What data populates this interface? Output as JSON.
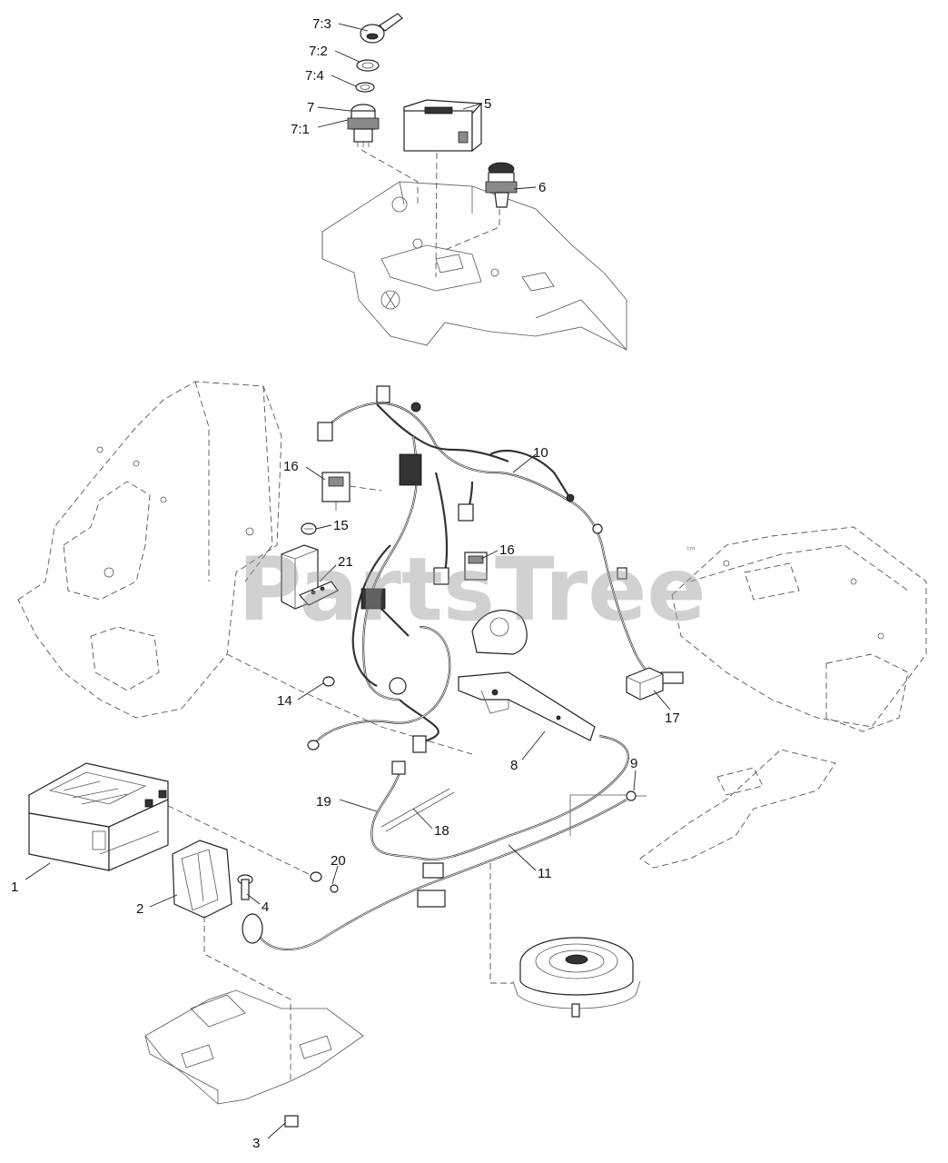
{
  "watermark": {
    "text": "PartsTree",
    "trademark": "™"
  },
  "callouts": {
    "c7_3": "7:3",
    "c7_2": "7:2",
    "c7_4": "7:4",
    "c7": "7",
    "c7_1": "7:1",
    "c5": "5",
    "c6": "6",
    "c16a": "16",
    "c16b": "16",
    "c10": "10",
    "c15": "15",
    "c21": "21",
    "c14": "14",
    "c8": "8",
    "c17": "17",
    "c9": "9",
    "c19": "19",
    "c18": "18",
    "c11": "11",
    "c20": "20",
    "c1": "1",
    "c2": "2",
    "c4": "4",
    "c3": "3"
  }
}
